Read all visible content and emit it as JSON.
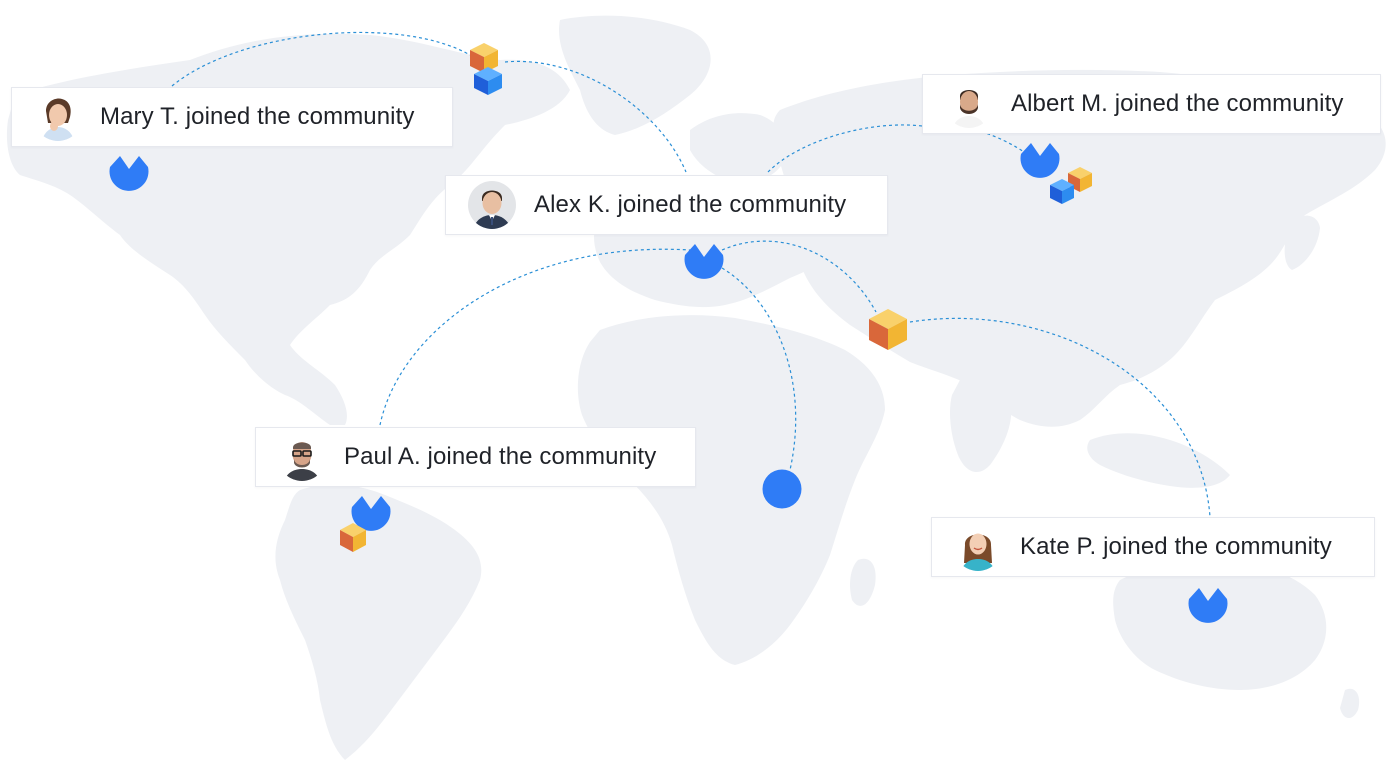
{
  "colors": {
    "land": "#eef0f4",
    "arc": "#2a8fd6",
    "pin": "#2f7cf6",
    "cube_top": "#f9d16b",
    "cube_left": "#d9673a",
    "cube_right": "#f2b533",
    "cube_blue_right": "#2d8cf0",
    "cube_blue_left": "#1f5fd9",
    "cube_blue_top": "#5fb0ff"
  },
  "notifications": [
    {
      "id": "mary",
      "text": "Mary T. joined the community",
      "avatar": "woman-thinking-avatar"
    },
    {
      "id": "albert",
      "text": "Albert M. joined the community",
      "avatar": "man-beard-avatar"
    },
    {
      "id": "alex",
      "text": "Alex K. joined the community",
      "avatar": "man-suit-avatar"
    },
    {
      "id": "paul",
      "text": "Paul A. joined the community",
      "avatar": "man-glasses-avatar"
    },
    {
      "id": "kate",
      "text": "Kate P. joined the community",
      "avatar": "woman-smiling-avatar"
    }
  ],
  "icons": {
    "pin": "location-pin-icon",
    "cube": "cube-icon",
    "cube_stack": "cube-stack-icon"
  }
}
